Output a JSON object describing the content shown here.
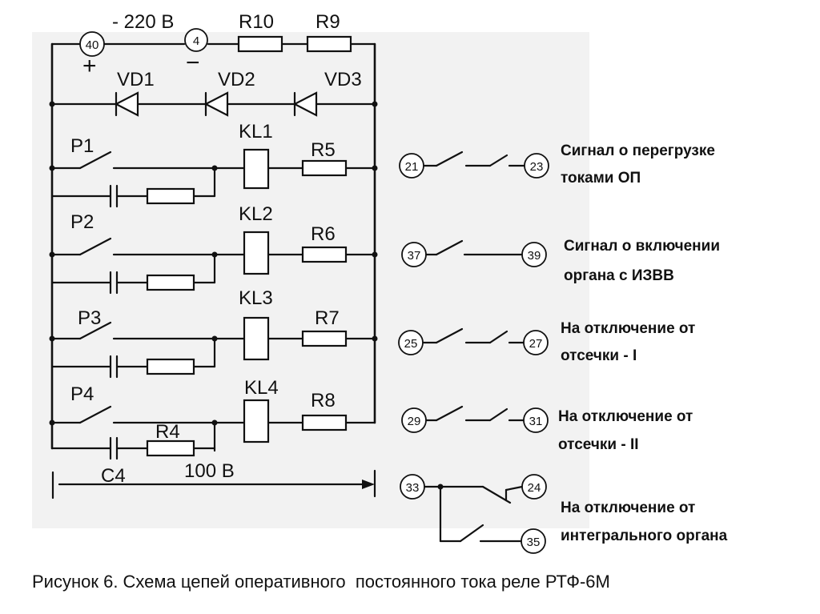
{
  "labels": {
    "voltage_top": "- 220 В",
    "r10": "R10",
    "r9": "R9",
    "vd1": "VD1",
    "vd2": "VD2",
    "vd3": "VD3",
    "plus": "+",
    "minus": "−",
    "p1": "P1",
    "p2": "P2",
    "p3": "P3",
    "p4": "P4",
    "kl1": "KL1",
    "kl2": "KL2",
    "kl3": "KL3",
    "kl4": "KL4",
    "r5": "R5",
    "r6": "R6",
    "r7": "R7",
    "r8": "R8",
    "r4": "R4",
    "c4": "C4",
    "voltage_bottom": "100 В"
  },
  "terminals": {
    "t40": "40",
    "t4": "4",
    "t21": "21",
    "t23": "23",
    "t37": "37",
    "t39": "39",
    "t25": "25",
    "t27": "27",
    "t29": "29",
    "t31": "31",
    "t33": "33",
    "t24": "24",
    "t35": "35"
  },
  "descriptions": {
    "d1_line1": "Сигнал о перегрузке",
    "d1_line2": "токами ОП",
    "d2_line1": "Сигнал о включении",
    "d2_line2": "органа с ИЗВВ",
    "d3_line1": "На отключение от",
    "d3_line2": "отсечки - I",
    "d4_line1": "На отключение от",
    "d4_line2": "отсечки - II",
    "d5_line1": "На отключение от",
    "d5_line2": "интегрального органа"
  },
  "caption": "Рисунок 6. Схема цепей оперативного  постоянного тока реле РТФ-6М"
}
